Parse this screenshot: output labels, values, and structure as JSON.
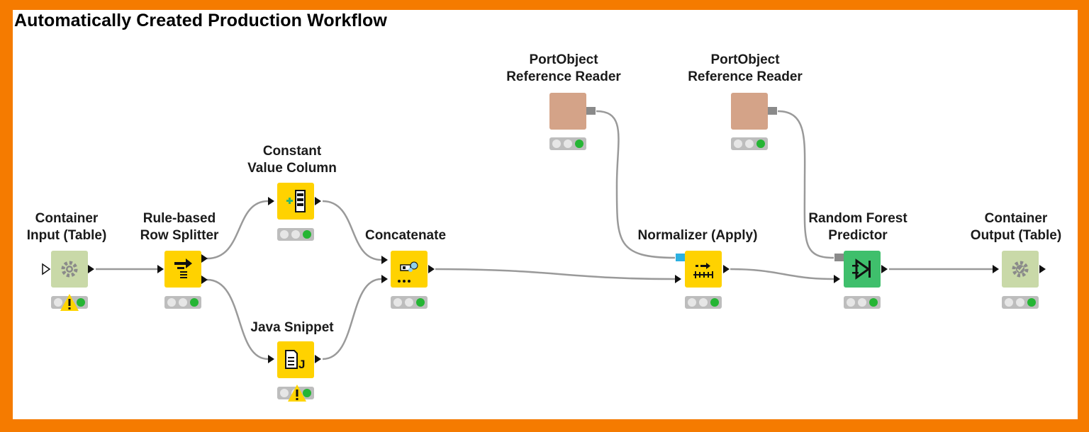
{
  "title": "Automatically Created Production Workflow",
  "colors": {
    "frame": "#f57b00",
    "canvas": "#ffffff",
    "manipulator": "#ffd200",
    "predictor": "#3fbf6c",
    "container": "#c9d9a8",
    "reader": "#d4a388",
    "edge": "#9a9a9a",
    "status_ok": "#25b534",
    "warning": "#ffd400"
  },
  "nodes": {
    "container_input": {
      "label_line1": "Container",
      "label_line2": "Input (Table)",
      "icon": "gear-icon",
      "status": "warning"
    },
    "row_splitter": {
      "label_line1": "Rule-based",
      "label_line2": "Row Splitter",
      "icon": "row-split-arrows-icon",
      "status": "ok"
    },
    "constant_value": {
      "label_line1": "Constant",
      "label_line2": "Value Column",
      "icon": "add-column-icon",
      "status": "ok"
    },
    "java_snippet": {
      "label_line1": "Java Snippet",
      "icon": "java-document-icon",
      "status": "warning"
    },
    "concatenate": {
      "label_line1": "Concatenate",
      "icon": "concatenate-icon",
      "status": "ok"
    },
    "reader_1": {
      "label_line1": "PortObject",
      "label_line2": "Reference Reader",
      "icon": "none",
      "status": "ok"
    },
    "reader_2": {
      "label_line1": "PortObject",
      "label_line2": "Reference Reader",
      "icon": "none",
      "status": "ok"
    },
    "normalizer": {
      "label_line1": "Normalizer (Apply)",
      "icon": "normalizer-icon",
      "status": "ok"
    },
    "random_forest": {
      "label_line1": "Random Forest",
      "label_line2": "Predictor",
      "icon": "predictor-icon",
      "status": "ok"
    },
    "container_output": {
      "label_line1": "Container",
      "label_line2": "Output (Table)",
      "icon": "gear-check-icon",
      "status": "ok"
    }
  }
}
